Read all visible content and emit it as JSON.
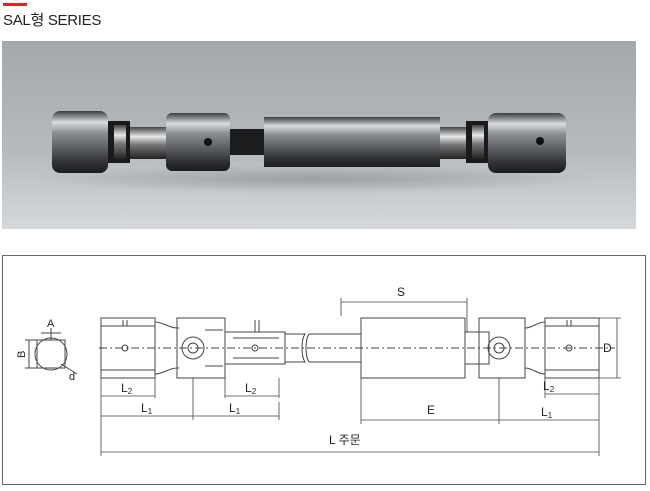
{
  "header": {
    "title": "SAL형 SERIES"
  },
  "drawing": {
    "labels": {
      "a": "A",
      "b": "B",
      "d_small": "d",
      "s": "S",
      "d": "D",
      "l2": "L",
      "l1": "L",
      "l2_sub": "2",
      "l1_sub": "1",
      "e": "E",
      "l_order": "L 주문"
    }
  },
  "colors": {
    "accent": "#e2231a",
    "line": "#444444"
  }
}
